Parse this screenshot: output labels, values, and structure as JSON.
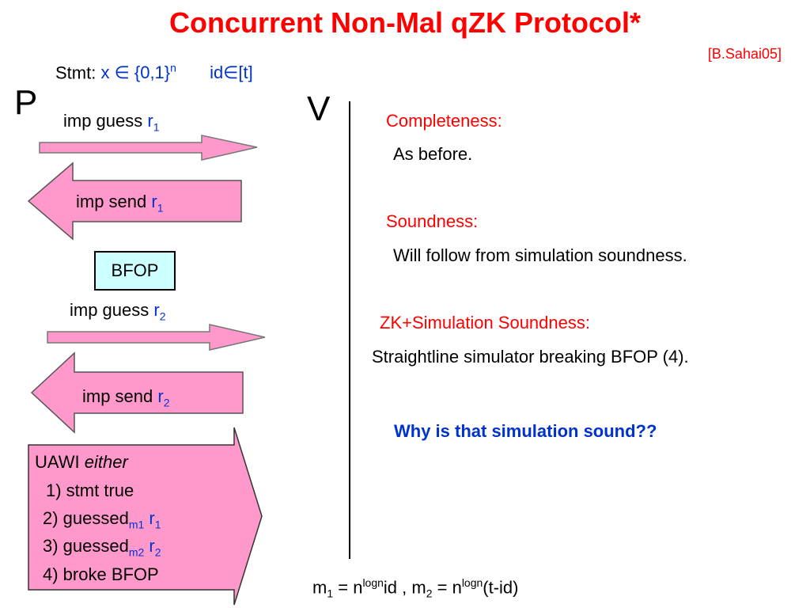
{
  "title": "Concurrent Non-Mal qZK Protocol*",
  "citation": "[B.Sahai05]",
  "stmt": {
    "label": "Stmt:",
    "x_expr": "x ∈ {0,1}",
    "x_sup": "n",
    "id_expr": "id∈[t]"
  },
  "parties": {
    "prover": "P",
    "verifier": "V"
  },
  "messages": {
    "guess1_text": "imp guess ",
    "guess1_var": "r",
    "guess1_sub": "1",
    "send1_text": "imp send ",
    "send1_var": "r",
    "send1_sub": "1",
    "bfop": "BFOP",
    "guess2_text": "imp guess ",
    "guess2_var": "r",
    "guess2_sub": "2",
    "send2_text": "imp send ",
    "send2_var": "r",
    "send2_sub": "2"
  },
  "uawi": {
    "label": "UAWI ",
    "either": "either",
    "item1": "1) stmt true",
    "item2_pre": "2) guessed",
    "item2_sub": "m1",
    "item2_var": " r",
    "item2_varsub": "1",
    "item3_pre": "3) guessed",
    "item3_sub": "m2",
    "item3_var": " r",
    "item3_varsub": "2",
    "item4": "4) broke BFOP"
  },
  "right": {
    "completeness_head": "Completeness:",
    "completeness_body": "As before.",
    "soundness_head": "Soundness:",
    "soundness_body": "Will follow from simulation soundness.",
    "zk_head": "ZK+Simulation Soundness:",
    "zk_body": "Straightline simulator breaking  BFOP (4).",
    "question": "Why is that simulation sound??"
  },
  "formula": {
    "m1": "m",
    "m1_sub": "1",
    "eq1": " = n",
    "sup1": "logn",
    "mid": "id , m",
    "m2_sub": "2",
    "eq2": " = n",
    "sup2": "logn",
    "end": "(t-id)"
  },
  "colors": {
    "title": "#ff0000",
    "arrow_fill": "#ff99cc",
    "bfop_fill": "#ccffff",
    "variable_blue": "#0033cc"
  }
}
